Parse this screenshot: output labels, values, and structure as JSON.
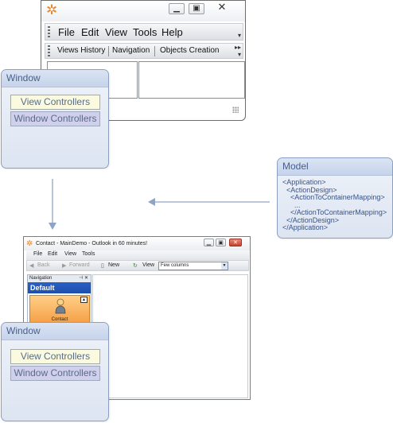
{
  "top_window": {
    "menu": [
      "File",
      "Edit",
      "View",
      "Tools",
      "Help"
    ],
    "toolbar": [
      "Views History",
      "Navigation",
      "Objects Creation"
    ]
  },
  "window_box_top": {
    "title": "Window",
    "view_controllers": "View Controllers",
    "window_controllers": "Window Controllers"
  },
  "model_box": {
    "title": "Model",
    "xml_lines": [
      "<Application>",
      "  <ActionDesign>",
      "    <ActionToContainerMapping>",
      "      ...",
      "    </ActionToContainerMapping>",
      "  </ActionDesign>",
      "</Application>"
    ]
  },
  "bottom_window": {
    "title": "Contact - MainDemo - Outlook in 60 minutes!",
    "menu": [
      "File",
      "Edit",
      "View",
      "Tools"
    ],
    "toolbar": {
      "back": "Back",
      "forward": "Forward",
      "new": "New",
      "view_label": "View",
      "view_value": "Few columns"
    },
    "nav_header": "Navigation",
    "nav_group": "Default",
    "nav_item": "Contact"
  },
  "window_box_bottom": {
    "title": "Window",
    "view_controllers": "View Controllers",
    "window_controllers": "Window Controllers"
  },
  "colors": {
    "callout_border": "#8aa0c2",
    "callout_text": "#465f8c",
    "arrow": "#8fa3c6",
    "nav_blue": "#2a5fc4",
    "nav_orange": "#f59d42"
  }
}
